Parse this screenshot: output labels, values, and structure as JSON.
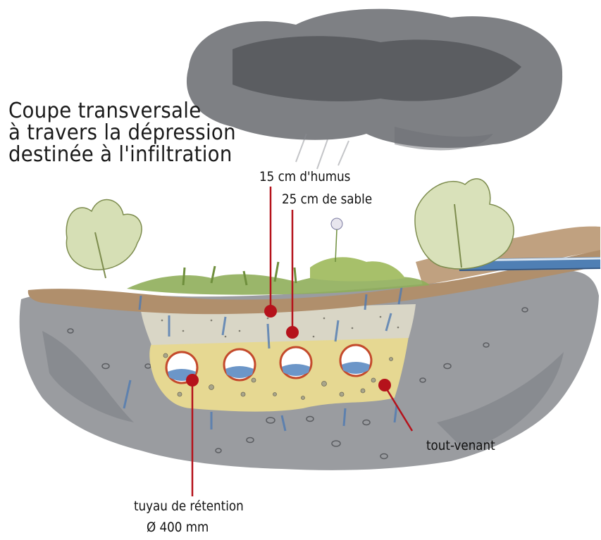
{
  "title": {
    "line1": "Coupe transversale",
    "line2": "à travers la dépression",
    "line3": "destinée à l'infiltration"
  },
  "labels": {
    "humus": "15 cm d'humus",
    "sable": "25 cm de sable",
    "tout_venant": "tout-venant",
    "tuyau_line1": "tuyau de rétention",
    "tuyau_line2": "Ø 400 mm"
  },
  "colors": {
    "marker": "#b5121b",
    "cloud": "#55575c",
    "ground": "#8f9196",
    "sand": "#e8dc9a",
    "soil": "#a98a6a",
    "water": "#5f86b8",
    "plant": "#8fae5a"
  }
}
